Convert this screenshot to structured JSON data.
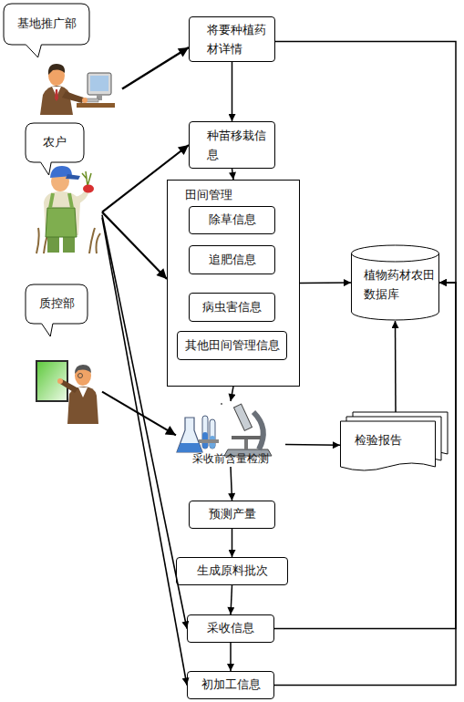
{
  "diagram": {
    "nodes": [
      {
        "text": [
          "基地推广部"
        ]
      },
      {
        "text": [
          "将要种植药 材详情"
        ]
      },
      {
        "text": [
          "农户"
        ]
      },
      {
        "text": [
          "种苗移栽信 息"
        ]
      },
      {
        "text": [
          "田间管理"
        ]
      },
      {
        "text": [
          "除草信息"
        ],
        "in": 4
      },
      {
        "text": [
          "追肥信息"
        ],
        "in": 4
      },
      {
        "text": [
          "病虫害信息"
        ],
        "in": 4
      },
      {
        "text": [
          "其他田间管理信息"
        ],
        "in": 4
      },
      {
        "text": [
          "质控部"
        ]
      },
      {
        "text": [
          "采收前含量检测"
        ]
      },
      {
        "text": [
          "检验报告"
        ]
      },
      {
        "text": [
          "植物药材农田 数据库"
        ]
      },
      {
        "text": [
          "预测产量"
        ]
      },
      {
        "text": [
          "生成原料批次"
        ]
      },
      {
        "text": [
          "采收信息"
        ]
      },
      {
        "text": [
          "初加工信息"
        ]
      }
    ],
    "edges": [
      {
        "from": 0,
        "to": 1,
        "arrow": "to"
      },
      {
        "from": 1,
        "to": 3,
        "arrow": "to"
      },
      {
        "from": 1,
        "to": 12,
        "arrow": "to"
      },
      {
        "from": 2,
        "to": 3,
        "arrow": "to"
      },
      {
        "from": 2,
        "to": 4,
        "arrow": "to"
      },
      {
        "from": 2,
        "to": 15,
        "arrow": "to"
      },
      {
        "from": 2,
        "to": 16,
        "arrow": "to"
      },
      {
        "from": 3,
        "to": 4,
        "arrow": "to"
      },
      {
        "from": 4,
        "to": 12,
        "arrow": "to"
      },
      {
        "from": 4,
        "to": 10,
        "arrow": "to"
      },
      {
        "from": 9,
        "to": 10,
        "arrow": "to"
      },
      {
        "from": 10,
        "to": 11,
        "arrow": "to"
      },
      {
        "from": 11,
        "to": 12,
        "arrow": "to"
      },
      {
        "from": 10,
        "to": 13,
        "arrow": "to"
      },
      {
        "from": 13,
        "to": 14,
        "arrow": "to"
      },
      {
        "from": 14,
        "to": 15,
        "arrow": "to"
      },
      {
        "from": 15,
        "to": 16,
        "arrow": "to"
      },
      {
        "from": 15,
        "to": 12,
        "arrow": "to"
      },
      {
        "from": 16,
        "to": 12,
        "arrow": "to"
      }
    ]
  }
}
